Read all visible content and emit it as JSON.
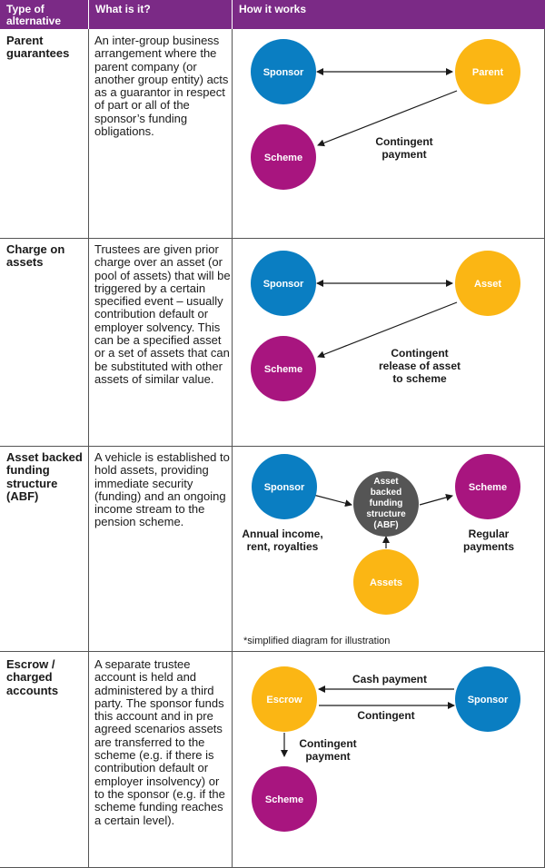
{
  "colors": {
    "header": "#7b2a86",
    "sponsor": "#0a7ec2",
    "parent": "#fbb614",
    "scheme": "#a8157f",
    "abf": "#555555",
    "border": "#555555"
  },
  "header": {
    "col1": "Type of alternative",
    "col2": "What is it?",
    "col3": "How it works"
  },
  "rows": [
    {
      "type": "Parent guarantees",
      "what": "An inter-group business arrangement where the parent company (or another group entity) acts as a guarantor in respect of part or all of the sponsor’s funding obligations.",
      "nodes": {
        "a": "Sponsor",
        "b": "Parent",
        "c": "Scheme"
      },
      "label_lines": [
        "Contingent",
        "payment"
      ]
    },
    {
      "type": "Charge on assets",
      "what": "Trustees are given prior charge over an asset (or pool of assets) that will be triggered by a certain specified event – usually contribution default or employer solvency. This can be a specified asset or a set of assets that can be substituted with other assets of similar value.",
      "nodes": {
        "a": "Sponsor",
        "b": "Asset",
        "c": "Scheme"
      },
      "label_lines": [
        "Contingent",
        "release of asset",
        "to scheme"
      ]
    },
    {
      "type": "Asset backed funding structure (ABF)",
      "what": "A vehicle is established to hold assets, providing immediate security (funding) and an ongoing income stream to the pension scheme.",
      "nodes": {
        "sponsor": "Sponsor",
        "abf_lines": [
          "Asset",
          "backed",
          "funding",
          "structure",
          "(ABF)"
        ],
        "scheme": "Scheme",
        "assets": "Assets"
      },
      "left_label_lines": [
        "Annual income,",
        "rent, royalties"
      ],
      "right_label_lines": [
        "Regular",
        "payments"
      ],
      "note": "*simplified diagram for illustration"
    },
    {
      "type": "Escrow / charged accounts",
      "what": "A separate trustee account is held and administered by a third party. The sponsor funds this account and in pre agreed scenarios assets are transferred to the scheme (e.g. if there is contribution default or employer insolvency) or to the sponsor (e.g. if the scheme funding reaches a certain level).",
      "nodes": {
        "escrow": "Escrow",
        "sponsor": "Sponsor",
        "scheme": "Scheme"
      },
      "top_label": "Cash payment",
      "mid_label": "Contingent",
      "bottom_label_lines": [
        "Contingent",
        "payment"
      ]
    }
  ]
}
